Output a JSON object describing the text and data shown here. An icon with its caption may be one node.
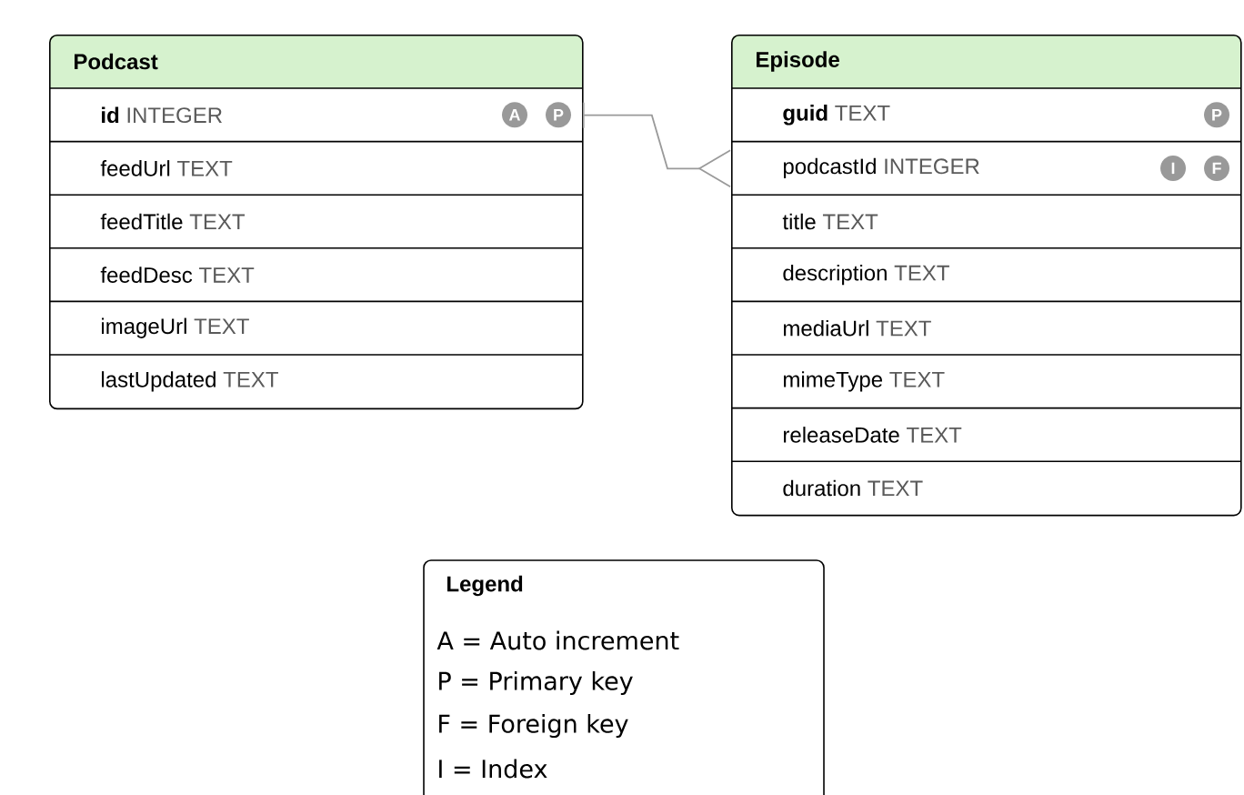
{
  "diagram": {
    "nodes": [
      {
        "text": [
          "Podcast"
        ]
      },
      {
        "text": [
          "id",
          "INTEGER",
          "A",
          "P"
        ],
        "in": 0
      },
      {
        "text": [
          "feedUrl",
          "TEXT"
        ],
        "in": 0
      },
      {
        "text": [
          "feedTitle",
          "TEXT"
        ],
        "in": 0
      },
      {
        "text": [
          "feedDesc",
          "TEXT"
        ],
        "in": 0
      },
      {
        "text": [
          "imageUrl",
          "TEXT"
        ],
        "in": 0
      },
      {
        "text": [
          "lastUpdated",
          "TEXT"
        ],
        "in": 0
      },
      {
        "text": [
          "Episode"
        ]
      },
      {
        "text": [
          "guid",
          "TEXT",
          "P"
        ],
        "in": 7
      },
      {
        "text": [
          "podcastId",
          "INTEGER",
          "I",
          "F"
        ],
        "in": 7
      },
      {
        "text": [
          "title",
          "TEXT"
        ],
        "in": 7
      },
      {
        "text": [
          "description",
          "TEXT"
        ],
        "in": 7
      },
      {
        "text": [
          "mediaUrl",
          "TEXT"
        ],
        "in": 7
      },
      {
        "text": [
          "mimeType",
          "TEXT"
        ],
        "in": 7
      },
      {
        "text": [
          "releaseDate",
          "TEXT"
        ],
        "in": 7
      },
      {
        "text": [
          "duration",
          "TEXT"
        ],
        "in": 7
      }
    ],
    "edges": [
      {
        "from": 1,
        "to": 9,
        "arrow": "other",
        "color": "#9a9a9a"
      }
    ],
    "labels": [
      "Legend"
    ],
    "legend": [
      {
        "text": "A = Auto increment"
      },
      {
        "text": "P = Primary key"
      },
      {
        "text": "F = Foreign key"
      },
      {
        "text": "I = Index"
      }
    ]
  }
}
